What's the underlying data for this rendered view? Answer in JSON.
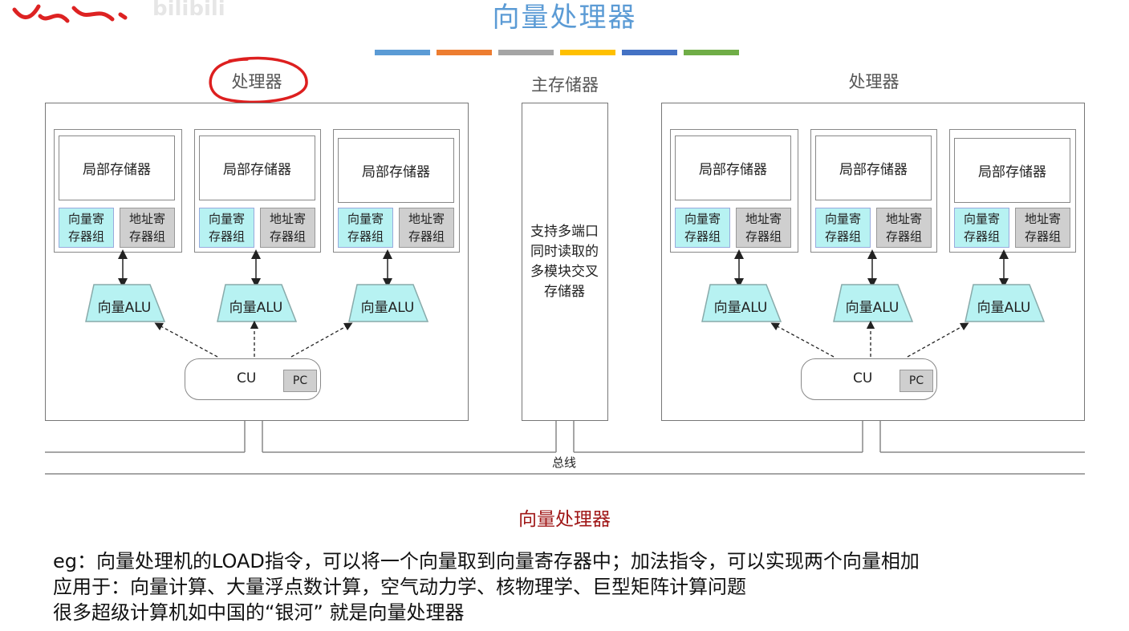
{
  "title": "向量处理器",
  "watermark": "bilibili",
  "color_bars": [
    "#5b9bd5",
    "#ed7d31",
    "#a5a5a5",
    "#ffc000",
    "#4472c4",
    "#70ad47"
  ],
  "processor_left": {
    "label": "处理器",
    "cores": [
      {
        "local_memory": "局部存储器",
        "vector_reg": [
          "向量寄",
          "存器组"
        ],
        "addr_reg": [
          "地址寄",
          "存器组"
        ],
        "alu": "向量ALU"
      },
      {
        "local_memory": "局部存储器",
        "vector_reg": [
          "向量寄",
          "存器组"
        ],
        "addr_reg": [
          "地址寄",
          "存器组"
        ],
        "alu": "向量ALU"
      },
      {
        "local_memory": "局部存储器",
        "vector_reg": [
          "向量寄",
          "存器组"
        ],
        "addr_reg": [
          "地址寄",
          "存器组"
        ],
        "alu": "向量ALU"
      }
    ],
    "cu": "CU",
    "pc": "PC"
  },
  "main_memory": {
    "label": "主存储器",
    "text": [
      "支持多端口",
      "同时读取的",
      "多模块交叉",
      "存储器"
    ]
  },
  "processor_right": {
    "label": "处理器",
    "cores": [
      {
        "local_memory": "局部存储器",
        "vector_reg": [
          "向量寄",
          "存器组"
        ],
        "addr_reg": [
          "地址寄",
          "存器组"
        ],
        "alu": "向量ALU"
      },
      {
        "local_memory": "局部存储器",
        "vector_reg": [
          "向量寄",
          "存器组"
        ],
        "addr_reg": [
          "地址寄",
          "存器组"
        ],
        "alu": "向量ALU"
      },
      {
        "local_memory": "局部存储器",
        "vector_reg": [
          "向量寄",
          "存器组"
        ],
        "addr_reg": [
          "地址寄",
          "存器组"
        ],
        "alu": "向量ALU"
      }
    ],
    "cu": "CU",
    "pc": "PC"
  },
  "bus_label": "总线",
  "subtitle": "向量处理器",
  "notes": [
    "eg：向量处理机的LOAD指令，可以将一个向量取到向量寄存器中；加法指令，可以实现两个向量相加",
    "应用于：向量计算、大量浮点数计算，空气动力学、核物理学、巨型矩阵计算问题",
    "很多超级计算机如中国的“银河” 就是向量处理器"
  ]
}
